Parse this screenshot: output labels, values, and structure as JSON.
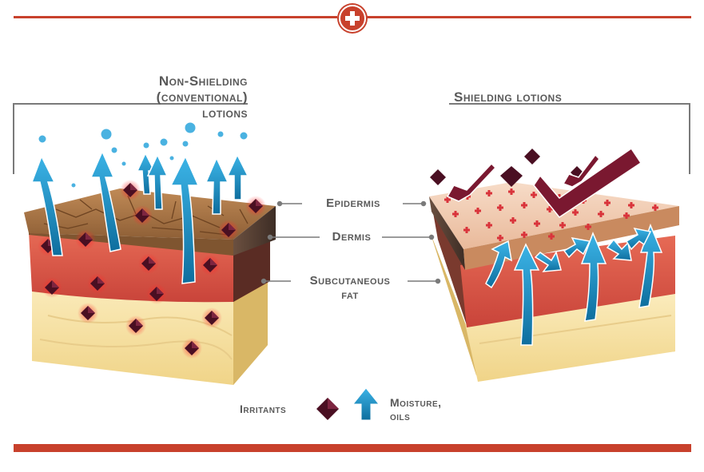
{
  "left_panel": {
    "heading_line1": "Non-Shielding",
    "heading_line2": "(conventional) lotions"
  },
  "right_panel": {
    "heading": "Shielding lotions"
  },
  "layers": {
    "epidermis": "Epidermis",
    "dermis": "Dermis",
    "subcutaneous_line1": "Subcutaneous",
    "subcutaneous_line2": "fat"
  },
  "legend": {
    "irritants": "Irritants",
    "moisture_line1": "Moisture,",
    "moisture_line2": "oils"
  },
  "colors": {
    "accent": "#c8412c",
    "irritant": "#4a0f22",
    "moisture": "#1f8fc6",
    "shield_arrow": "#7a1830",
    "epidermis_dry": "#a07044",
    "epidermis_protected": "#f3d2bd",
    "dermis": "#e0574a",
    "fat": "#f7e3a6"
  },
  "icons": [
    "medical-cross-icon",
    "irritant-crystal-icon",
    "moisture-arrow-icon",
    "shield-check-arrow-icon"
  ]
}
